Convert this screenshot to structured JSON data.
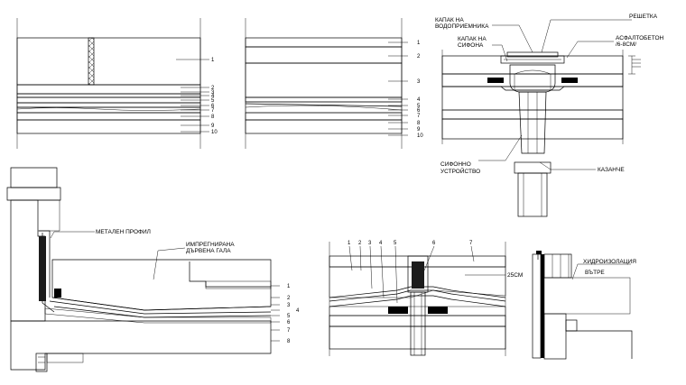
{
  "labels": {
    "kapak_vodopriemnika": [
      "КАПАК НА",
      "ВОДОПРИЕМНИКА"
    ],
    "reshetka": "РЕШЕТКА",
    "kapak_sifona": [
      "КАПАК НА",
      "СИФОНА"
    ],
    "asfaltobeton": [
      "АСФАЛТОБЕТОН",
      "/6-8СМ/"
    ],
    "sifonno": [
      "СИФОННО",
      "УСТРОЙСТВО"
    ],
    "kazanche": "КАЗАНЧЕ",
    "metalen_profil": "МЕТАЛЕН ПРОФИЛ",
    "impregnirana": [
      "ИМПРЕГНИРАНА",
      "ДЪРВЕНА ГАЛА"
    ],
    "dim_25": "25СМ",
    "hidroizolacia": "ХИДРОИЗОЛАЦИЯ",
    "vatre": "ВЪТРЕ"
  },
  "callouts": {
    "detail1": [
      "1",
      "2",
      "3",
      "4",
      "5",
      "6",
      "7",
      "8",
      "9",
      "10"
    ],
    "detail2": [
      "1",
      "2",
      "3",
      "4",
      "5",
      "6",
      "7",
      "8",
      "9",
      "10"
    ],
    "detail_parapet": [
      "1",
      "2",
      "3",
      "4",
      "5",
      "6",
      "7",
      "8"
    ],
    "detail_drain_top": [
      "1",
      "2",
      "3",
      "4",
      "5",
      "6",
      "7"
    ]
  },
  "colors": {
    "line": "#000000",
    "background": "#ffffff",
    "hatch": "#000000"
  }
}
